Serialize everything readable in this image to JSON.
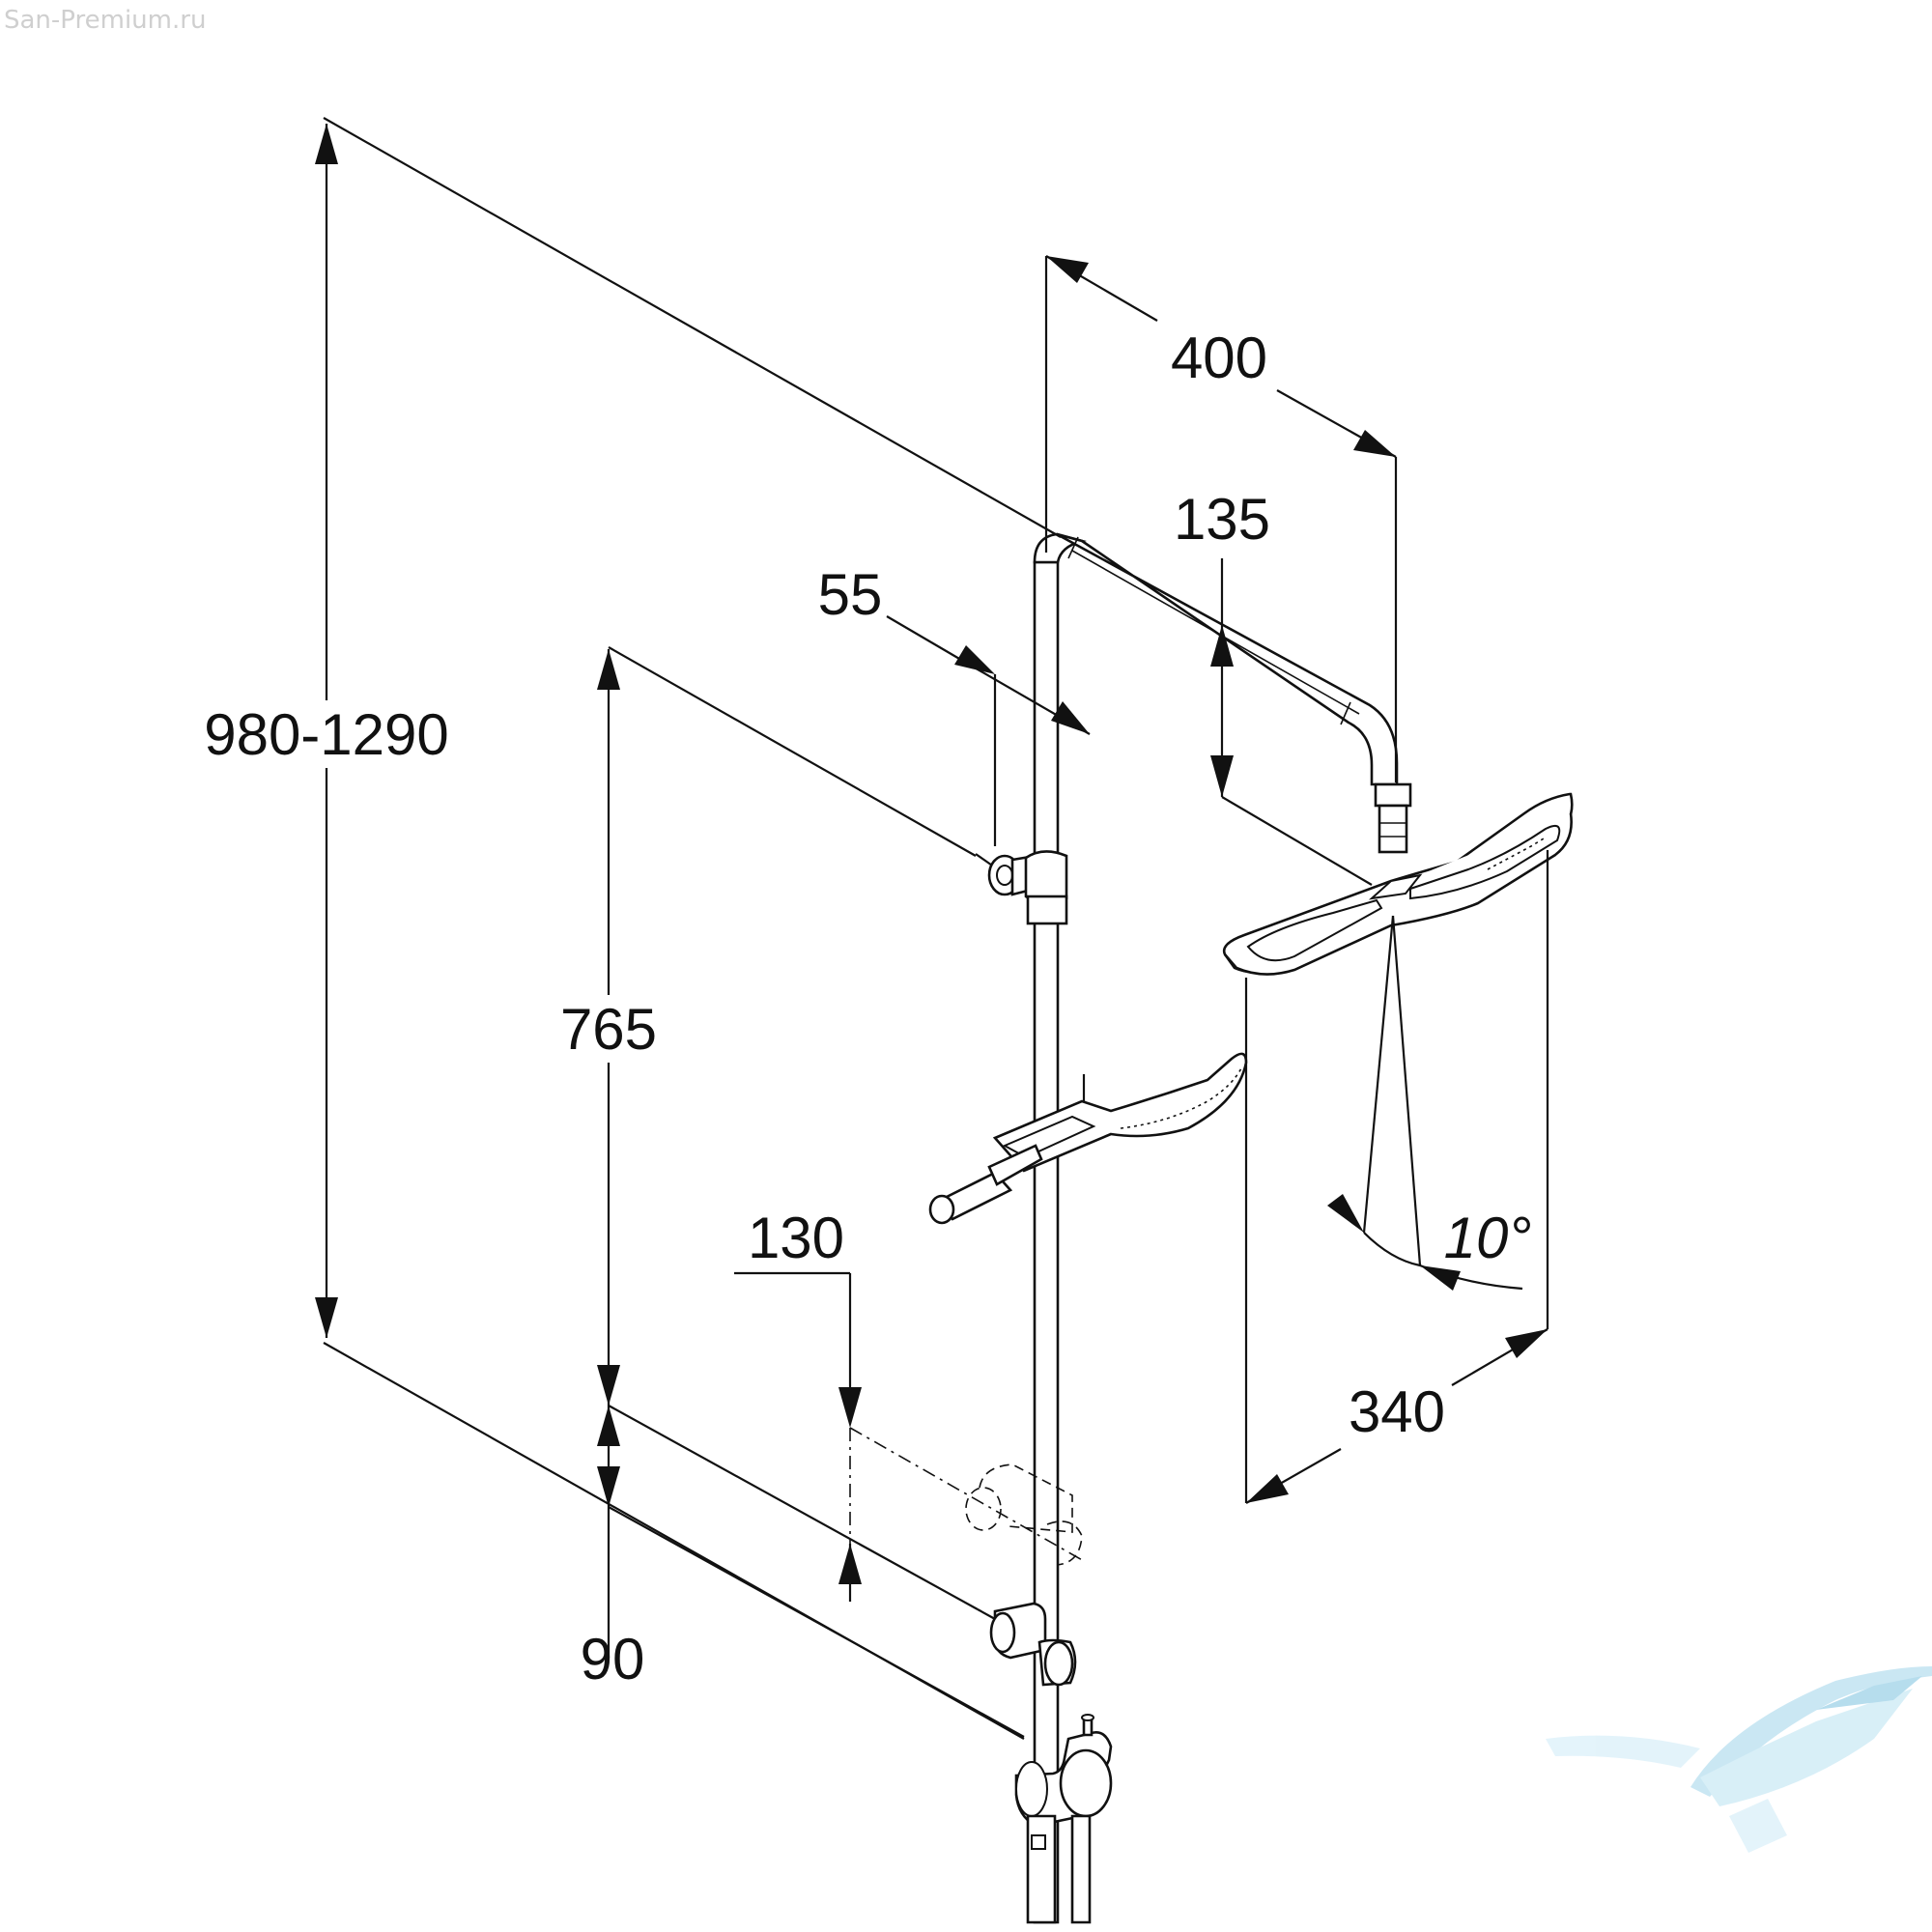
{
  "watermark": "San-Premium.ru",
  "dimensions": {
    "total_height": "980-1290",
    "arm_length": "400",
    "head_drop": "135",
    "holder_offset": "55",
    "slider_range": "765",
    "outlet_offset": "130",
    "bottom_gap": "90",
    "head_width": "340",
    "tilt_angle": "10°"
  },
  "colors": {
    "line": "#111111",
    "logo": "#9fd4ea"
  },
  "icons": {
    "logo": "bathtub-logo"
  }
}
